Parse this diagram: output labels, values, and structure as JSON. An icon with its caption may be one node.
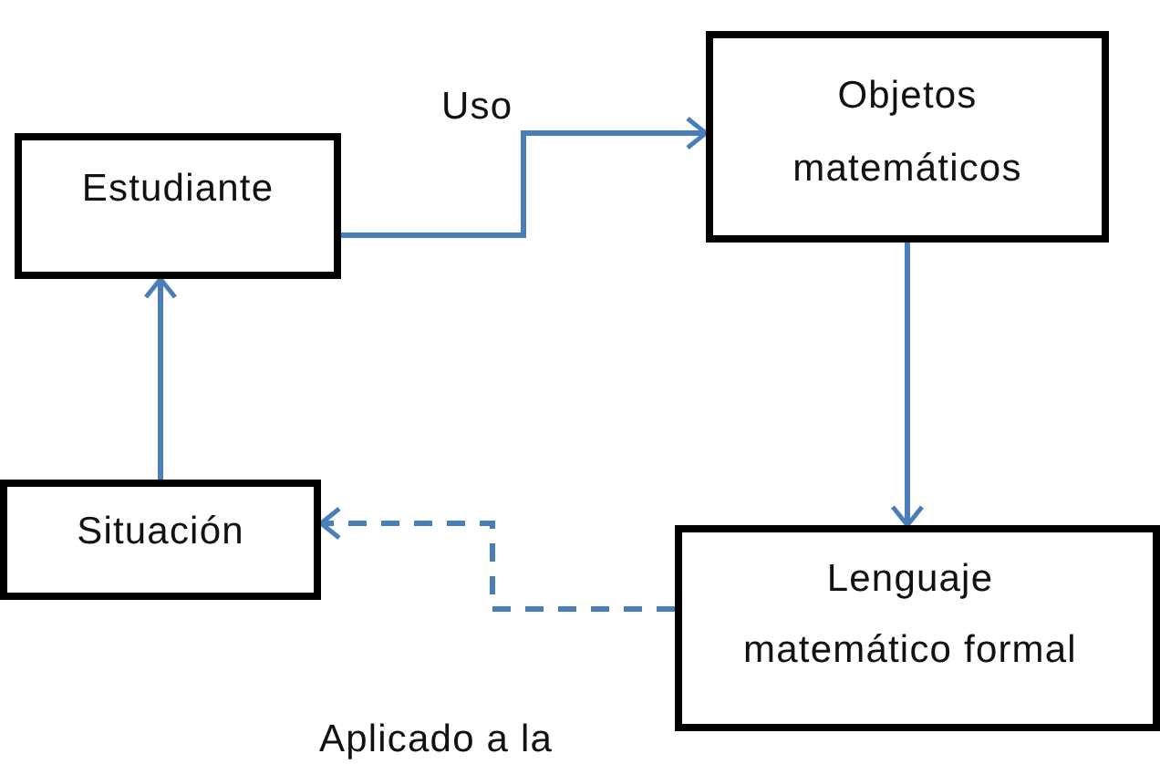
{
  "diagram": {
    "nodes": [
      {
        "text": [
          "Estudiante"
        ]
      },
      {
        "text": [
          "Objetos matemáticos"
        ]
      },
      {
        "text": [
          "Lenguaje matemático formal"
        ]
      },
      {
        "text": [
          "Situación"
        ]
      }
    ],
    "edges": [
      {
        "from": 0,
        "to": 1,
        "arrow": "to",
        "label": "Uso"
      },
      {
        "from": 1,
        "to": 2,
        "arrow": "to"
      },
      {
        "from": 2,
        "to": 3,
        "arrow": "to",
        "style": "dashed",
        "label": "Aplicado a la"
      },
      {
        "from": 3,
        "to": 0,
        "arrow": "to"
      }
    ]
  }
}
